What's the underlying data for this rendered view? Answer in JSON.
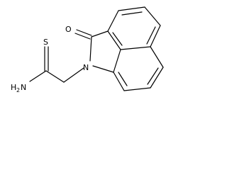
{
  "atoms": {
    "oxygen": "O",
    "sulfur": "S",
    "nitrogen": "N",
    "amine_h": "H",
    "amine_sub": "2",
    "amine_n": "N"
  }
}
